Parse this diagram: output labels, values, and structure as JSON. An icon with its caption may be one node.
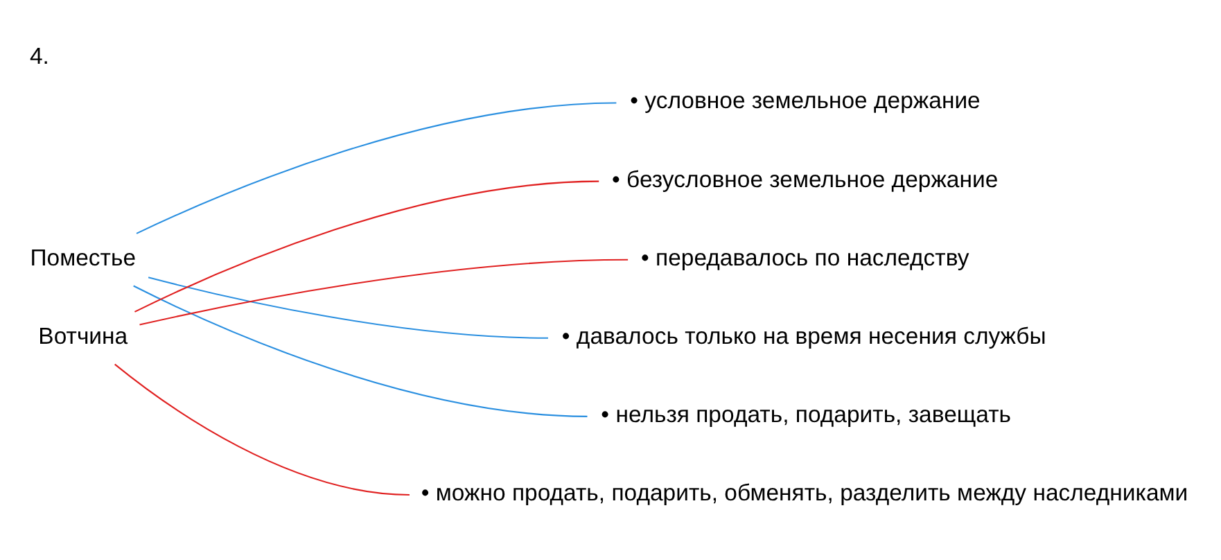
{
  "diagram": {
    "title": "4.",
    "nodes": [
      {
        "text": [
          "Поместье"
        ]
      },
      {
        "text": [
          "Вотчина"
        ]
      },
      {
        "text": [
          "• условное земельное держание"
        ]
      },
      {
        "text": [
          "• безусловное земельное держание"
        ]
      },
      {
        "text": [
          "• передавалось по наследству"
        ]
      },
      {
        "text": [
          "• давалось только на время несения службы"
        ]
      },
      {
        "text": [
          "• нельзя продать, подарить, завещать"
        ]
      },
      {
        "text": [
          "• можно продать, подарить, обменять, разделить между наследниками"
        ]
      }
    ],
    "edges": [
      {
        "from": 0,
        "to": 2,
        "arrow": "none",
        "color": "#2a8fe0"
      },
      {
        "from": 0,
        "to": 5,
        "arrow": "none",
        "color": "#2a8fe0"
      },
      {
        "from": 0,
        "to": 6,
        "arrow": "none",
        "color": "#2a8fe0"
      },
      {
        "from": 1,
        "to": 3,
        "arrow": "none",
        "color": "#e02020"
      },
      {
        "from": 1,
        "to": 4,
        "arrow": "none",
        "color": "#e02020"
      },
      {
        "from": 1,
        "to": 7,
        "arrow": "none",
        "color": "#e02020"
      }
    ]
  }
}
